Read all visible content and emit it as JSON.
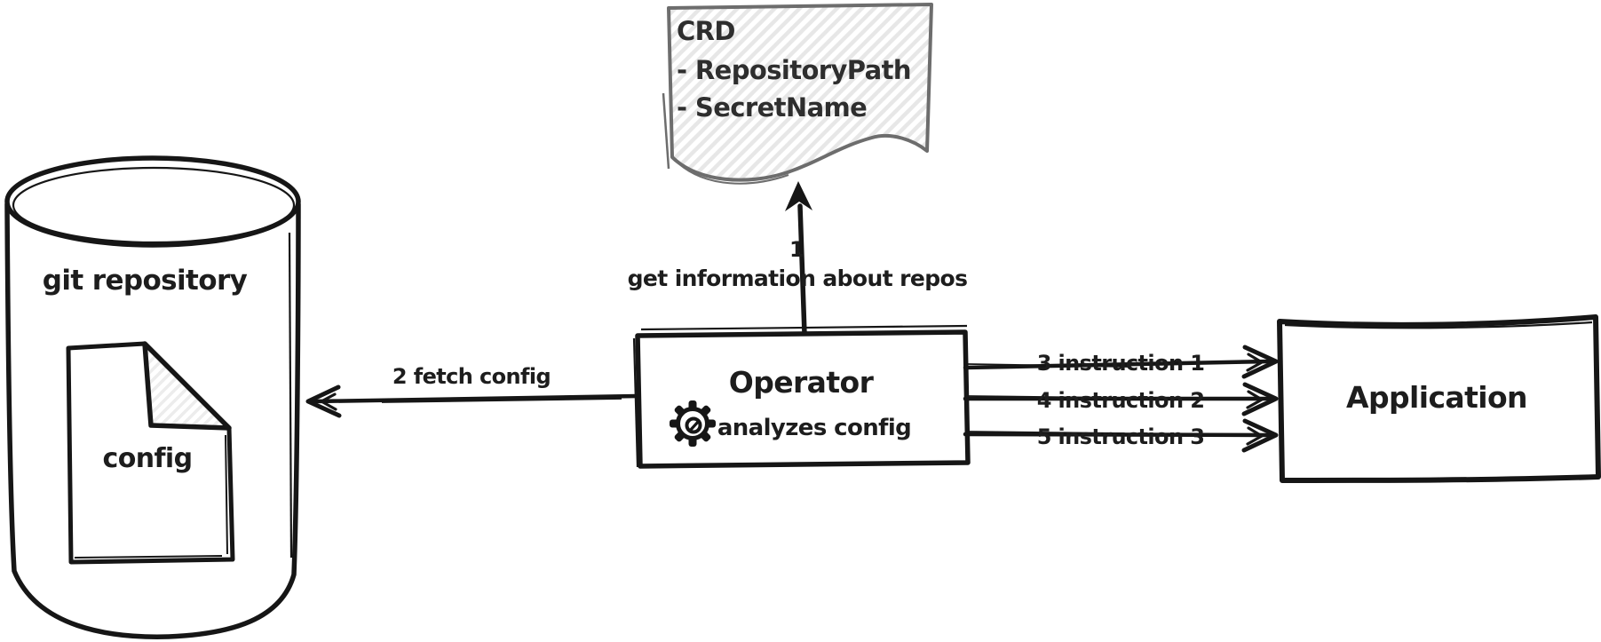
{
  "diagram": {
    "nodes": {
      "git_repository": {
        "label": "git repository"
      },
      "config_file": {
        "label": "config"
      },
      "crd_note": {
        "title": "CRD",
        "field_1": "- RepositoryPath",
        "field_2": "- SecretName"
      },
      "operator": {
        "title": "Operator",
        "description": "analyzes config",
        "icon": "gear"
      },
      "application": {
        "label": "Application"
      }
    },
    "arrows": {
      "get_info": {
        "step_number": "1",
        "label": "get information about repos"
      },
      "fetch_config": {
        "label": "2 fetch config"
      },
      "instruction_1": {
        "label": "3 instruction 1"
      },
      "instruction_2": {
        "label": "4 instruction 2"
      },
      "instruction_3": {
        "label": "5 instruction 3"
      }
    },
    "colors": {
      "ink": "#161616",
      "note_stroke": "#6d6d6d",
      "note_hatch": "#e7e7e7",
      "fold_hatch": "#ececec",
      "background": "#ffffff"
    }
  }
}
